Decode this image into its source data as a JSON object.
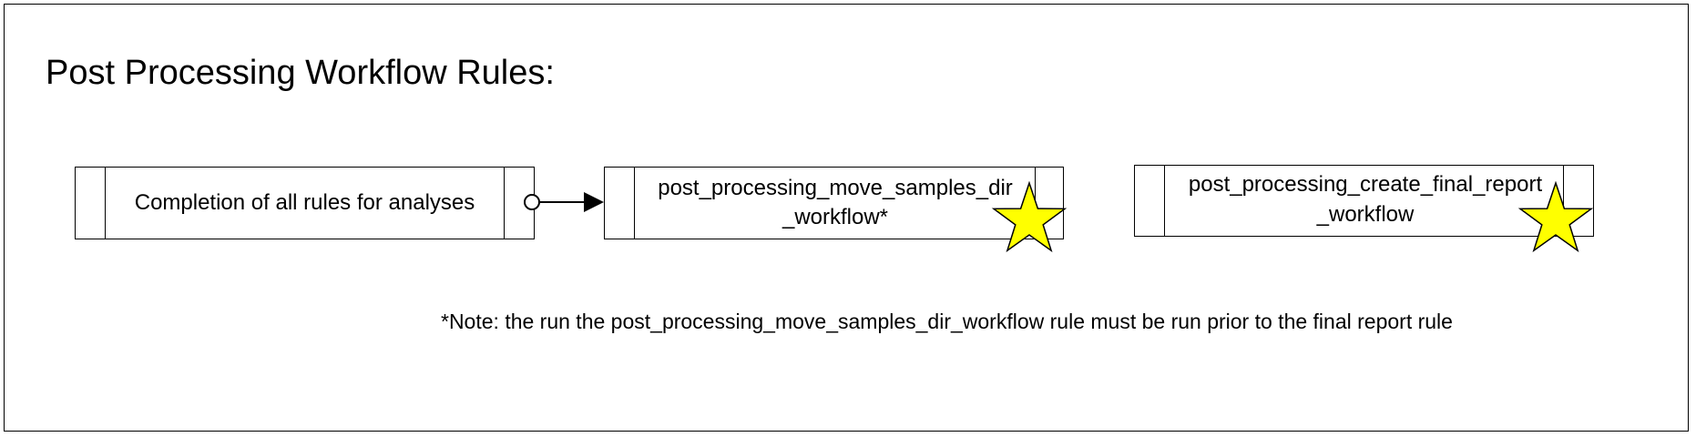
{
  "title": "Post Processing Workflow Rules:",
  "boxes": [
    {
      "label": "Completion of all rules for analyses",
      "starred": false
    },
    {
      "label": "post_processing_move_samples_dir\n_workflow*",
      "starred": true
    },
    {
      "label": "post_processing_create_final_report\n_workflow",
      "starred": true
    }
  ],
  "connector": {
    "from": "Completion of all rules for analyses",
    "to": "post_processing_move_samples_dir_workflow*"
  },
  "note": "*Note: the run the post_processing_move_samples_dir_workflow rule must be run prior to the final report rule",
  "colors": {
    "star_fill": "#ffff00",
    "stroke": "#000000",
    "background": "#ffffff"
  },
  "icons": {
    "star": "star-icon",
    "connector": "arrow-icon"
  }
}
